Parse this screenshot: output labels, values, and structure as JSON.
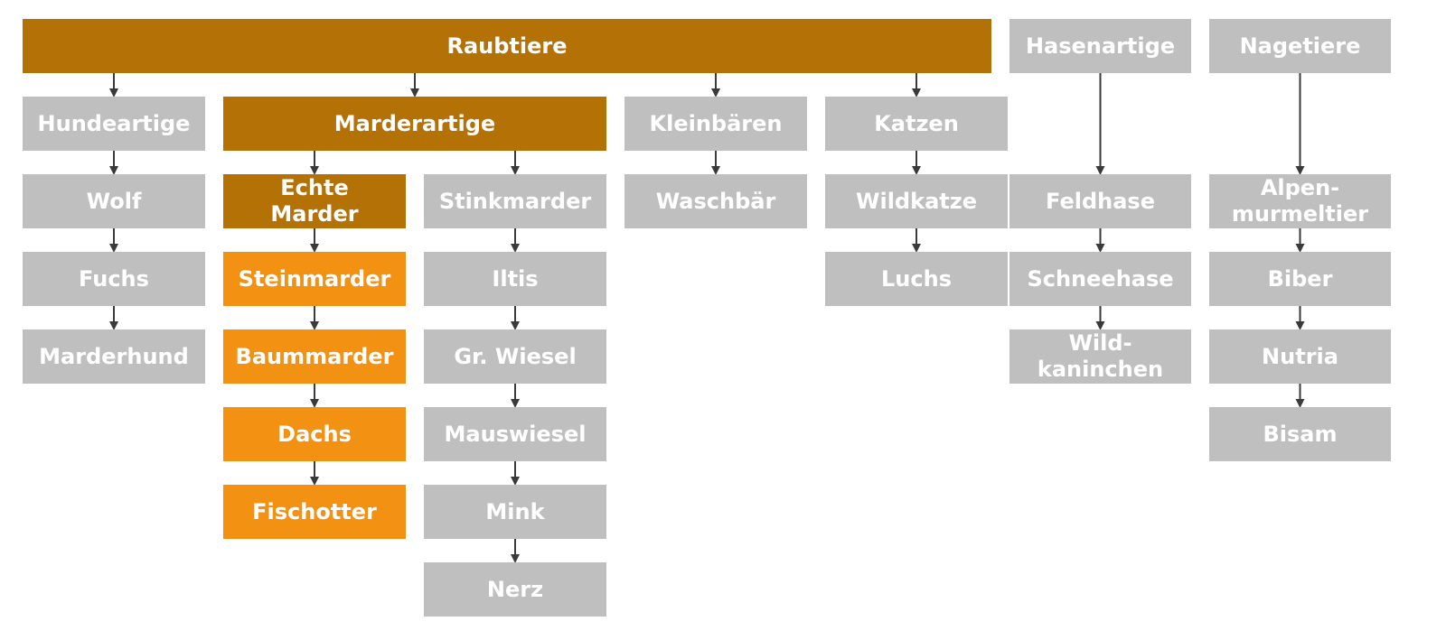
{
  "colors": {
    "gray": "#c0bfbf",
    "brown": "#b47106",
    "orange": "#f39112",
    "arrow": "#3a3a3a",
    "text": "#ffffff"
  },
  "nodes": {
    "raubtiere": "Raubtiere",
    "hasenartige": "Hasenartige",
    "nagetiere": "Nagetiere",
    "hundeartige": "Hundeartige",
    "marderartige": "Marderartige",
    "kleinbaeren": "Kleinbären",
    "katzen": "Katzen",
    "wolf": "Wolf",
    "echte_marder": "Echte\nMarder",
    "stinkmarder": "Stinkmarder",
    "waschbaer": "Waschbär",
    "wildkatze": "Wildkatze",
    "feldhase": "Feldhase",
    "alpenmurmeltier": "Alpen-\nmurmeltier",
    "fuchs": "Fuchs",
    "steinmarder": "Steinmarder",
    "iltis": "Iltis",
    "luchs": "Luchs",
    "schneehase": "Schneehase",
    "biber": "Biber",
    "marderhund": "Marderhund",
    "baummarder": "Baummarder",
    "gr_wiesel": "Gr. Wiesel",
    "wildkaninchen": "Wild-\nkaninchen",
    "nutria": "Nutria",
    "dachs": "Dachs",
    "mauswiesel": "Mauswiesel",
    "bisam": "Bisam",
    "fischotter": "Fischotter",
    "mink": "Mink",
    "nerz": "Nerz"
  },
  "edges": [
    [
      "raubtiere",
      "hundeartige"
    ],
    [
      "raubtiere",
      "marderartige"
    ],
    [
      "raubtiere",
      "kleinbaeren"
    ],
    [
      "raubtiere",
      "katzen"
    ],
    [
      "hundeartige",
      "wolf"
    ],
    [
      "wolf",
      "fuchs"
    ],
    [
      "fuchs",
      "marderhund"
    ],
    [
      "marderartige",
      "echte_marder"
    ],
    [
      "marderartige",
      "stinkmarder"
    ],
    [
      "echte_marder",
      "steinmarder"
    ],
    [
      "steinmarder",
      "baummarder"
    ],
    [
      "baummarder",
      "dachs"
    ],
    [
      "dachs",
      "fischotter"
    ],
    [
      "stinkmarder",
      "iltis"
    ],
    [
      "iltis",
      "gr_wiesel"
    ],
    [
      "gr_wiesel",
      "mauswiesel"
    ],
    [
      "mauswiesel",
      "mink"
    ],
    [
      "mink",
      "nerz"
    ],
    [
      "kleinbaeren",
      "waschbaer"
    ],
    [
      "katzen",
      "wildkatze"
    ],
    [
      "wildkatze",
      "luchs"
    ],
    [
      "hasenartige",
      "feldhase"
    ],
    [
      "feldhase",
      "schneehase"
    ],
    [
      "schneehase",
      "wildkaninchen"
    ],
    [
      "nagetiere",
      "alpenmurmeltier"
    ],
    [
      "alpenmurmeltier",
      "biber"
    ],
    [
      "biber",
      "nutria"
    ],
    [
      "nutria",
      "bisam"
    ]
  ]
}
